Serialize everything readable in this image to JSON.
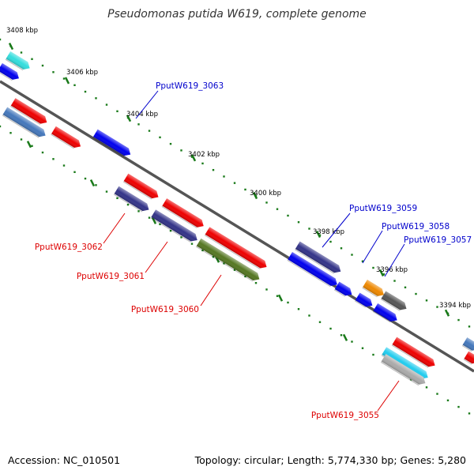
{
  "title": "Pseudomonas putida W619, complete genome",
  "kbp_labels": [
    "3408 kbp",
    "3406 kbp",
    "3404 kbp",
    "3402 kbp",
    "3400 kbp",
    "3398 kbp",
    "3396 kbp",
    "3394 kbp"
  ],
  "gene_labels": [
    {
      "id": "PputW619_3063",
      "color": "#0000cc"
    },
    {
      "id": "PputW619_3059",
      "color": "#0000cc"
    },
    {
      "id": "PputW619_3058",
      "color": "#0000cc"
    },
    {
      "id": "PputW619_3057",
      "color": "#0000cc"
    },
    {
      "id": "PputW619_3062",
      "color": "#dd0000"
    },
    {
      "id": "PputW619_3061",
      "color": "#dd0000"
    },
    {
      "id": "PputW619_3060",
      "color": "#dd0000"
    },
    {
      "id": "PputW619_3055",
      "color": "#dd0000"
    }
  ],
  "footer": {
    "accession": "Accession: NC_010501",
    "topology": "Topology: circular; Length: 5,774,330 bp; Genes: 5,280"
  }
}
